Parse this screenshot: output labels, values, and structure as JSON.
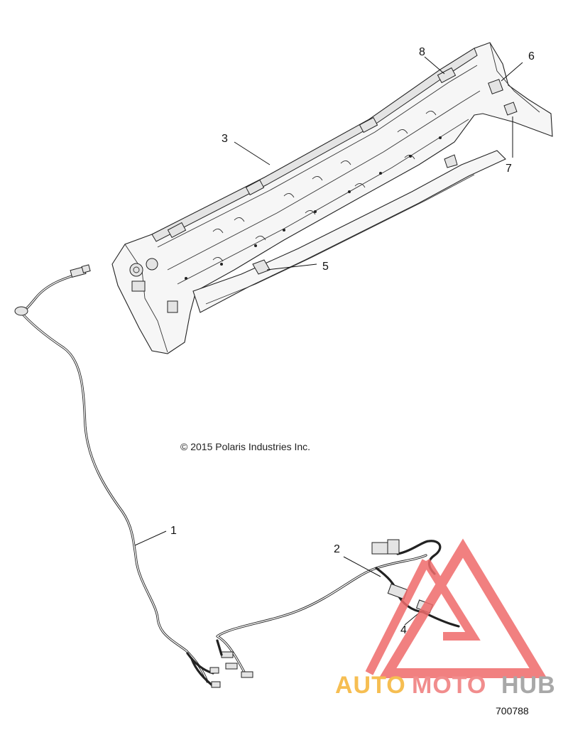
{
  "diagram": {
    "copyright": "© 2015 Polaris Industries Inc.",
    "figure_number": "700788",
    "callouts": [
      "1",
      "2",
      "3",
      "4",
      "5",
      "6",
      "7",
      "8"
    ]
  },
  "watermark": {
    "text_part1": "AUTO",
    "text_part2": "MOTO",
    "text_part3": "HUB",
    "colors": {
      "auto": "#f5b335",
      "moto": "#ef7a7a",
      "hub": "#9a9a9a",
      "triangle": "#ef6b6b"
    }
  },
  "icons": [
    "light-bar-assembly",
    "wire-harness",
    "connector",
    "mounting-clip",
    "watermark-triangle-logo"
  ]
}
